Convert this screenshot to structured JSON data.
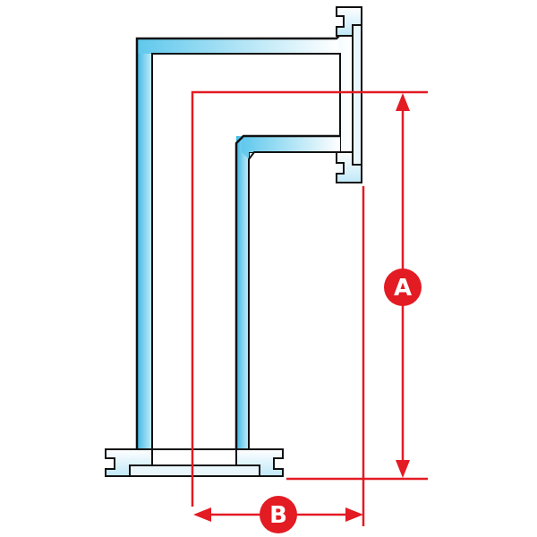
{
  "diagram": {
    "dimensions": [
      {
        "id": "A",
        "label": "A",
        "orientation": "vertical"
      },
      {
        "id": "B",
        "label": "B",
        "orientation": "horizontal"
      }
    ],
    "colors": {
      "pipe_fill_light": "#ffffff",
      "pipe_fill_dark": "#5fc8ec",
      "outline": "#111111",
      "dimension": "#e31b23",
      "badge_text": "#ffffff"
    }
  }
}
